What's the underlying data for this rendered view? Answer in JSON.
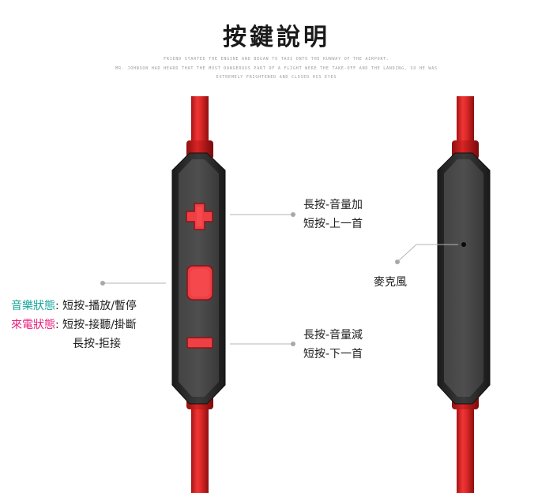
{
  "header": {
    "title": "按鍵說明",
    "subtitle_lines": [
      "FRIEND STARTED THE ENGINE AND BEGAN TO TAXI ONTO THE RUNWAY OF THE AIRPORT.",
      "MR. JOHNSON HAD HEARD THAT THE MOST DANGEROUS PART OF A FLIGHT WERE THE TAKE-OFF AND THE LANDING. SO HE WAS",
      "EXTREMELY FRIGHTENED AND CLOSED HIS EYES"
    ]
  },
  "volume_up": {
    "long_press": "長按-音量加",
    "short_press": "短按-上一首"
  },
  "volume_down": {
    "long_press": "長按-音量減",
    "short_press": "短按-下一首"
  },
  "middle_button": {
    "music_state_label": "音樂狀態",
    "music_state_action": ": 短按-播放/暫停",
    "call_state_label": "來電狀態",
    "call_state_action": ": 短按-接聽/掛斷",
    "call_long_action": "長按-拒接"
  },
  "microphone": {
    "label": "麥克風"
  },
  "colors": {
    "cable_red": "#e02a2a",
    "body_dark": "#2b2b2b",
    "button_red": "#ee3f44",
    "teal_text": "#16a59b",
    "pink_text": "#e8207e"
  }
}
